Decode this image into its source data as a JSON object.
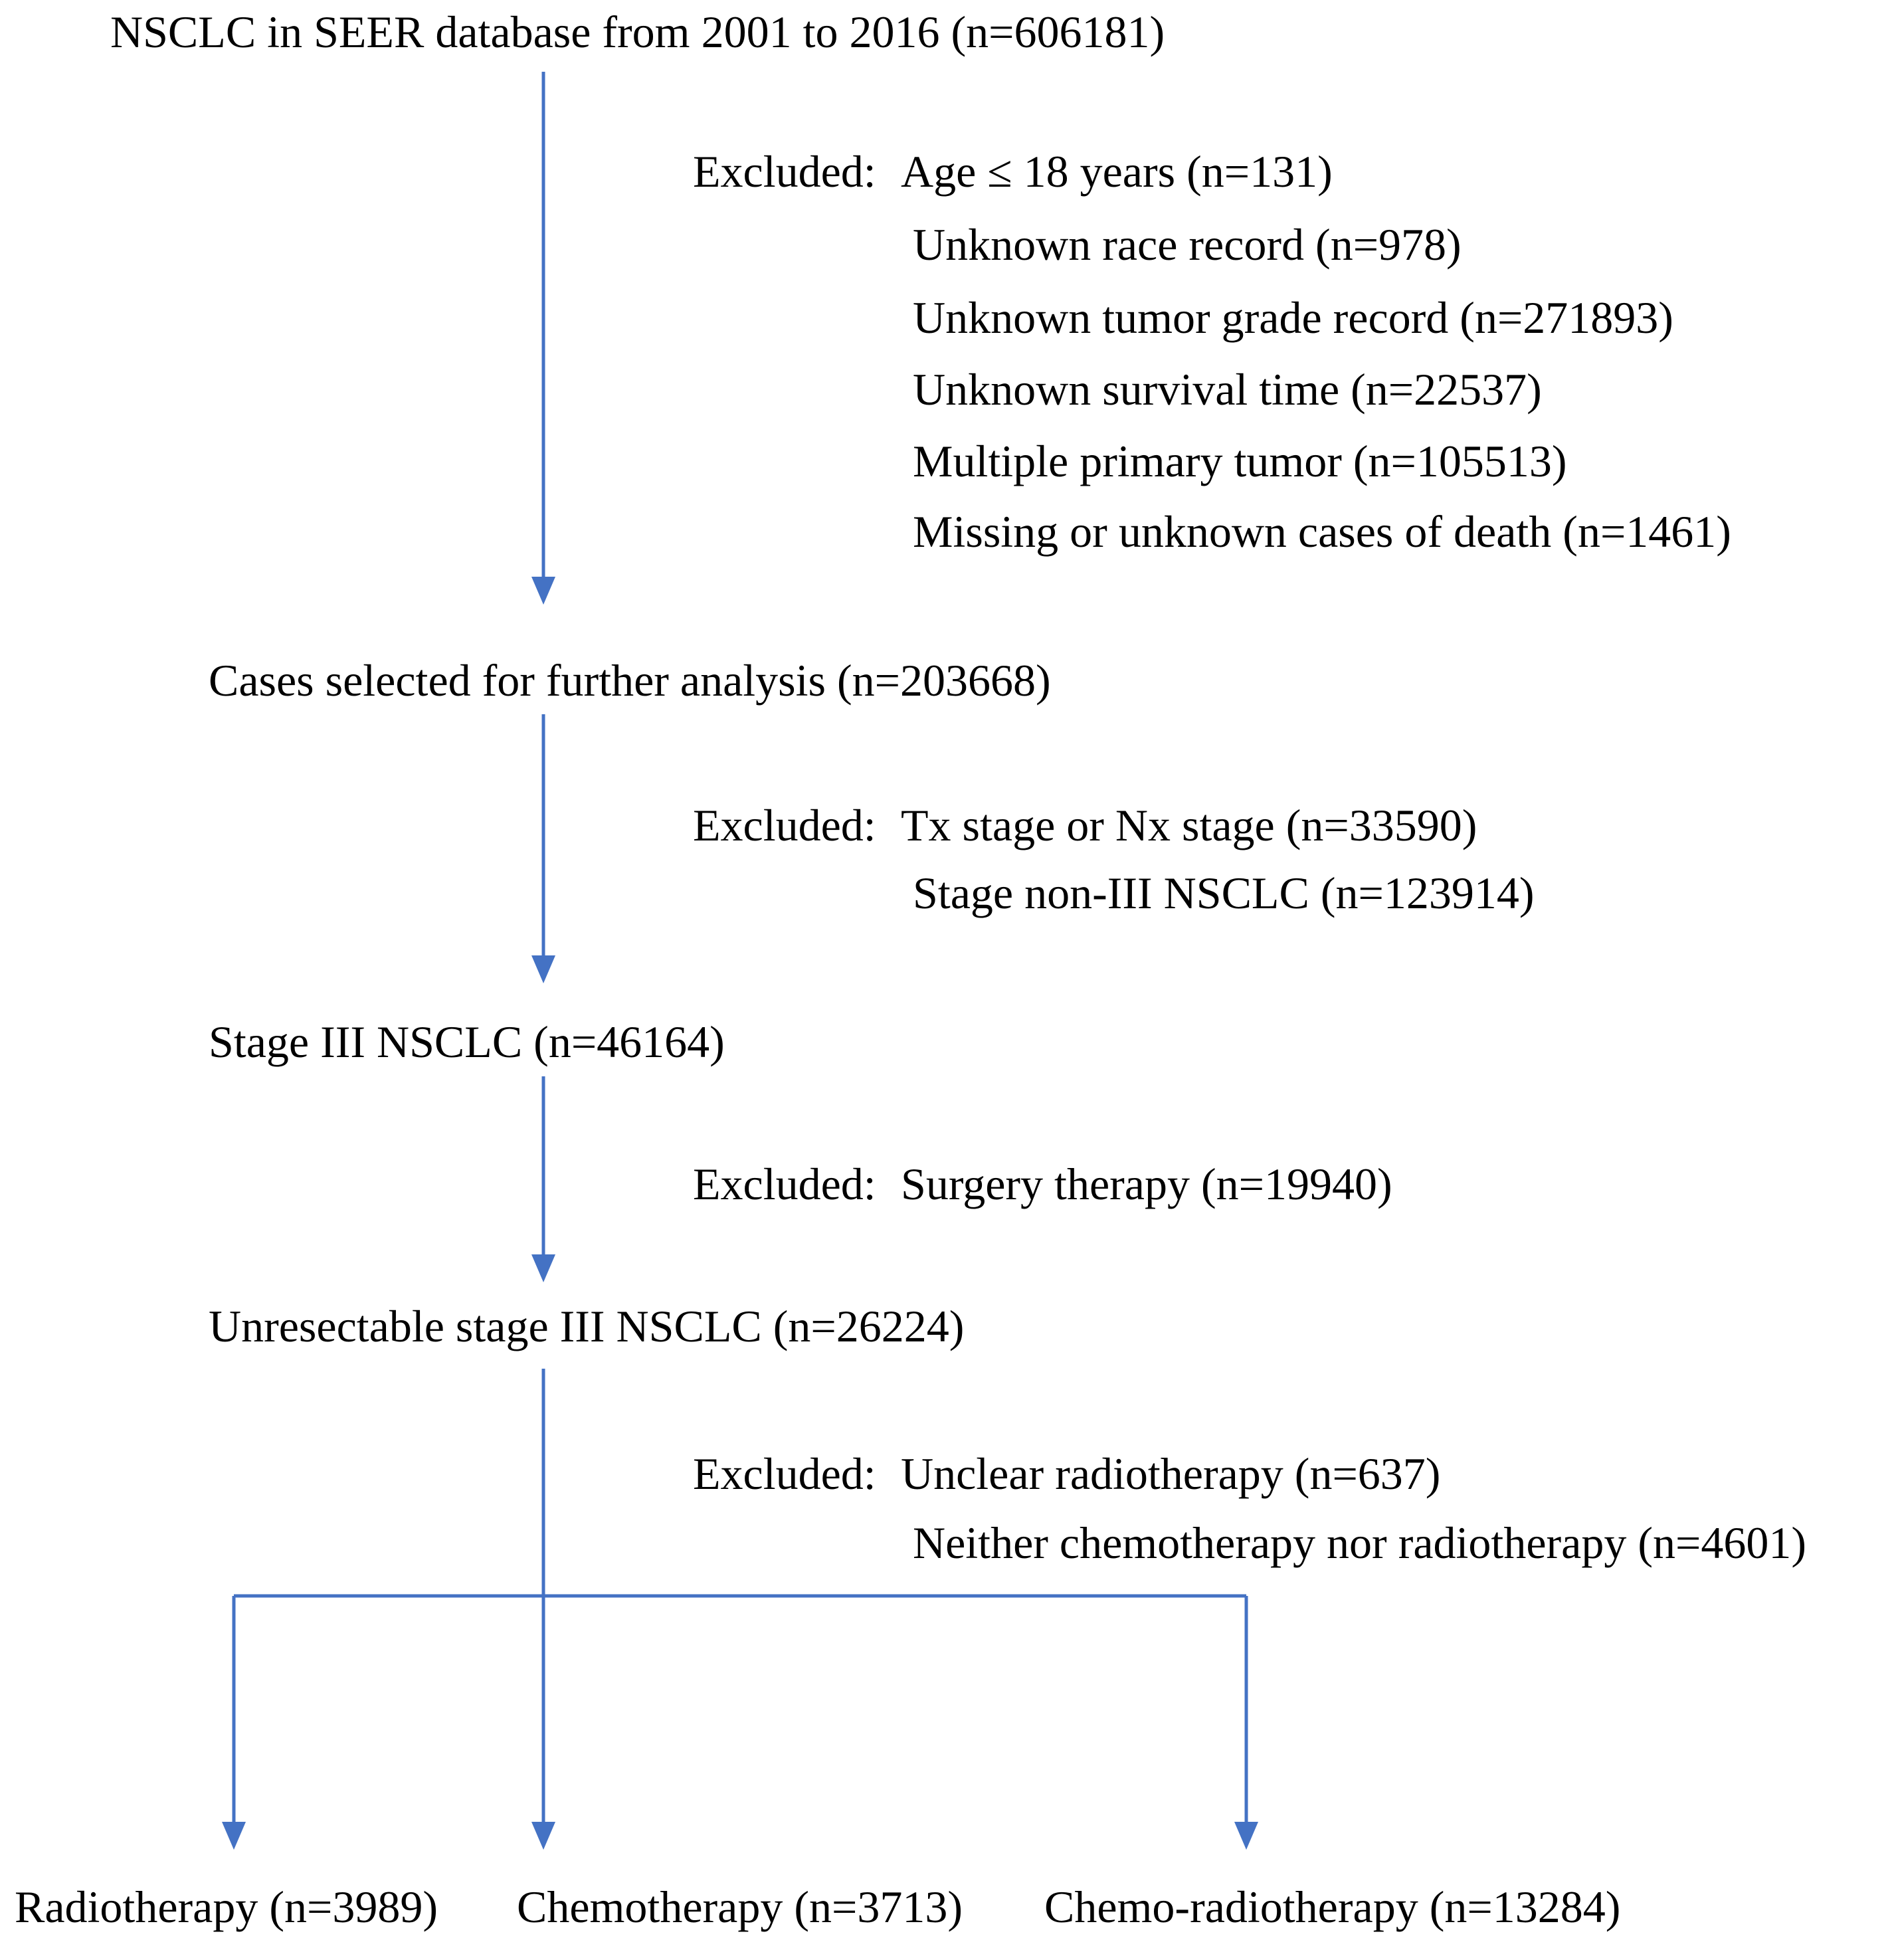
{
  "nodes": {
    "start": "NSCLC in SEER database from 2001 to 2016 (n=606181)",
    "further": "Cases selected for further analysis (n=203668)",
    "stage3": "Stage III NSCLC (n=46164)",
    "unresectable": "Unresectable stage III NSCLC (n=26224)",
    "radio": "Radiotherapy (n=3989)",
    "chemo": "Chemotherapy (n=3713)",
    "chemoradio": "Chemo-radiotherapy (n=13284)"
  },
  "exclusions": {
    "step1": {
      "prefix": "Excluded:",
      "first": "Age ≤ 18 years (n=131)",
      "items": [
        "Unknown race record (n=978)",
        "Unknown tumor grade record (n=271893)",
        "Unknown survival time (n=22537)",
        "Multiple primary tumor (n=105513)",
        "Missing or unknown cases of death (n=1461)"
      ]
    },
    "step2": {
      "prefix": "Excluded:",
      "first": "Tx stage or Nx stage (n=33590)",
      "items": [
        "Stage non-III NSCLC (n=123914)"
      ]
    },
    "step3": {
      "prefix": "Excluded:",
      "first": "Surgery therapy (n=19940)"
    },
    "step4": {
      "prefix": "Excluded:",
      "first": "Unclear radiotherapy (n=637)",
      "items": [
        "Neither chemotherapy nor radiotherapy (n=4601)"
      ]
    }
  },
  "colors": {
    "arrow": "#4472C4",
    "text": "#000000",
    "background": "#ffffff"
  }
}
